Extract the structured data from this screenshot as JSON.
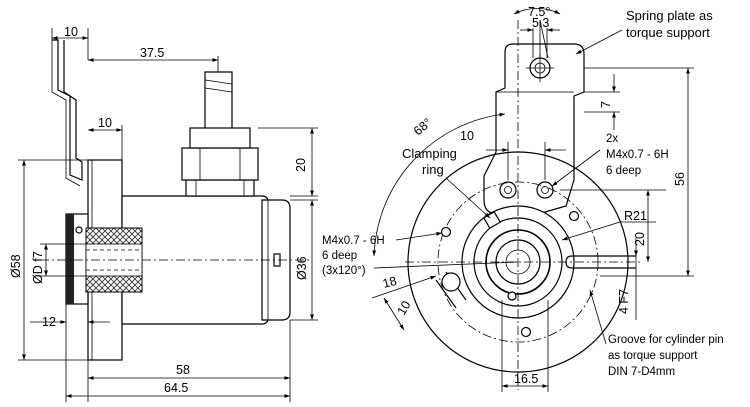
{
  "side_view": {
    "dims": {
      "flange_thickness_top": "10",
      "cable_offset": "37.5",
      "flange_thickness_mid": "10",
      "height_20": "20",
      "dia_58": "Ø58",
      "bore_d": "ØD f7",
      "dia_36": "Ø36",
      "shaft_12": "12",
      "length_58": "58",
      "length_64_5": "64.5"
    }
  },
  "front_view": {
    "dims": {
      "angle_7_5": "7.5°",
      "width_5_3": "5.3",
      "dist_7": "7",
      "angle_68": "68°",
      "width_10": "10",
      "height_56": "56",
      "radius_21": "R21",
      "height_20": "20",
      "slot_18": "18",
      "slot_10": "10",
      "groove_4f7": "4 F7",
      "width_16_5": "16.5"
    },
    "labels": {
      "spring_plate": [
        "Spring plate as",
        "torque support"
      ],
      "clamping_ring": [
        "Clamping",
        "ring"
      ],
      "thread_2x": [
        "2x",
        "M4x0.7 - 6H",
        "6 deep"
      ],
      "thread_3x": [
        "M4x0.7 - 6H",
        "6 deep",
        "(3x120°)"
      ],
      "groove": [
        "Groove for cylinder pin",
        "as torque support",
        "DIN 7-D4mm"
      ]
    }
  }
}
